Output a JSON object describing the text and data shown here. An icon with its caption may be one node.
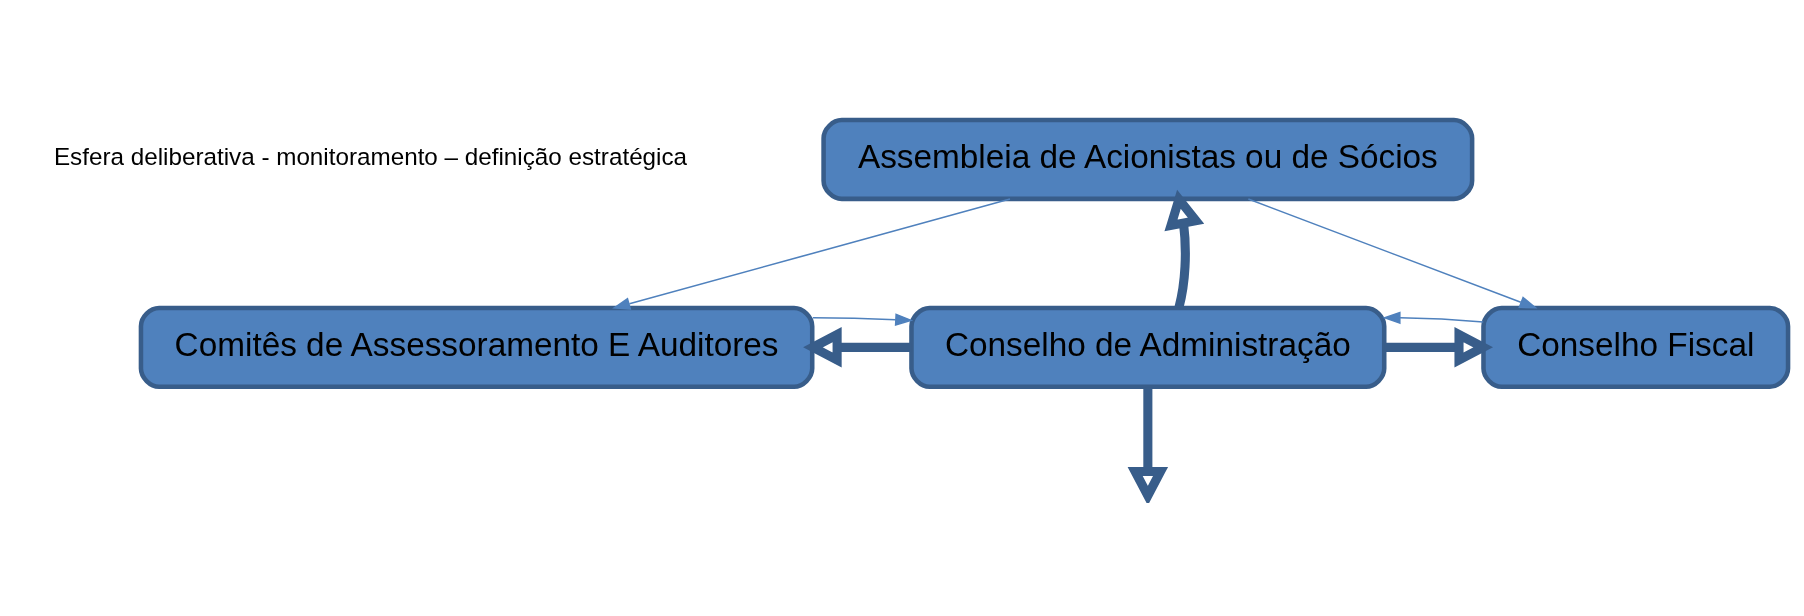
{
  "diagram": {
    "nodes": [
      {
        "text": [
          "Assembleia de Acionistas ou de Sócios"
        ]
      },
      {
        "text": [
          "Comitês de Assessoramento E Auditores"
        ]
      },
      {
        "text": [
          "Conselho de Administração"
        ]
      },
      {
        "text": [
          "Conselho Fiscal"
        ]
      }
    ],
    "edges": [
      {
        "from": 0,
        "to": 1,
        "arrow": "to"
      },
      {
        "from": 0,
        "to": 3,
        "arrow": "to"
      },
      {
        "from": 2,
        "to": 0,
        "arrow": "to",
        "style": "thick",
        "color": "#385d8a"
      },
      {
        "from": 2,
        "to": 1,
        "arrow": "to",
        "style": "thick",
        "color": "#385d8a"
      },
      {
        "from": 2,
        "to": 3,
        "arrow": "to",
        "style": "thick",
        "color": "#385d8a"
      },
      {
        "from": 2,
        "to": null,
        "arrow": "to",
        "style": "thick",
        "color": "#385d8a"
      },
      {
        "from": 1,
        "to": 2,
        "arrow": "to"
      },
      {
        "from": 3,
        "to": 2,
        "arrow": "to"
      }
    ],
    "labels": [
      "Esfera deliberativa - monitoramento – definição estratégica"
    ]
  }
}
